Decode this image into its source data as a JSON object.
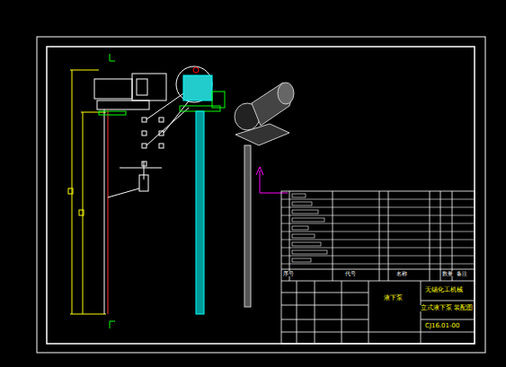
{
  "diagram": {
    "labels": [
      "序号",
      "代号",
      "名称",
      "数量",
      "备注",
      "液下泵",
      "无锡化工机械",
      "立式液下泵 装配图",
      "CJ16.01-00"
    ]
  }
}
